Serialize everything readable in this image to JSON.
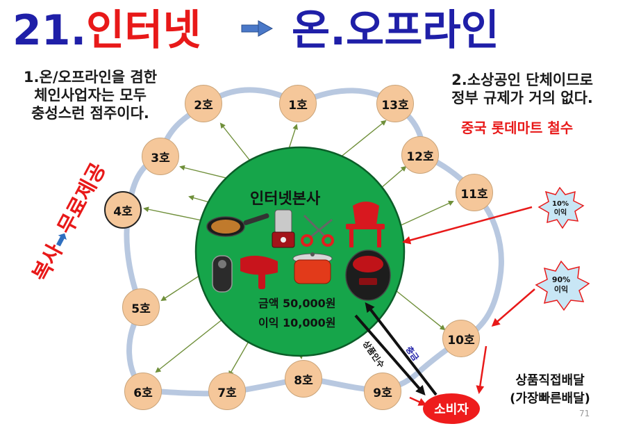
{
  "title": {
    "num": "21.",
    "part1": "인터넷",
    "part2": "온.오프라인"
  },
  "notes": {
    "left_lines": [
      "1.온/오프라인을 겸한",
      "체인사업자는 모두",
      "충성스런 점주이다."
    ],
    "right_lines": [
      "2.소상공인 단체이므로",
      "정부 규제가 거의 없다."
    ],
    "right_red": "중국 롯데마트 철수"
  },
  "side_text": {
    "part1": "복사",
    "arrow": "➡",
    "part2": "무료제공"
  },
  "center": {
    "title": "인터넷본사",
    "amount": "금액 50,000원",
    "profit": "이익 10,000원"
  },
  "branches": [
    "1호",
    "2호",
    "3호",
    "4호",
    "5호",
    "6호",
    "7호",
    "8호",
    "9호",
    "10호",
    "11호",
    "12호",
    "13호"
  ],
  "badges": [
    {
      "line1": "10%",
      "line2": "이익"
    },
    {
      "line1": "90%",
      "line2": "이익"
    }
  ],
  "arrows": {
    "order": "충금",
    "receive": "상품인수"
  },
  "consumer": "소비자",
  "delivery": {
    "line1": "상품직접배달",
    "line2": "(가장빠른배달)"
  },
  "page_number": "71",
  "colors": {
    "title_blue": "#1f1fa8",
    "title_red": "#e81919",
    "center_green": "#16a54a",
    "ring": "#b8c8e0",
    "branch": "#f5c79a"
  }
}
